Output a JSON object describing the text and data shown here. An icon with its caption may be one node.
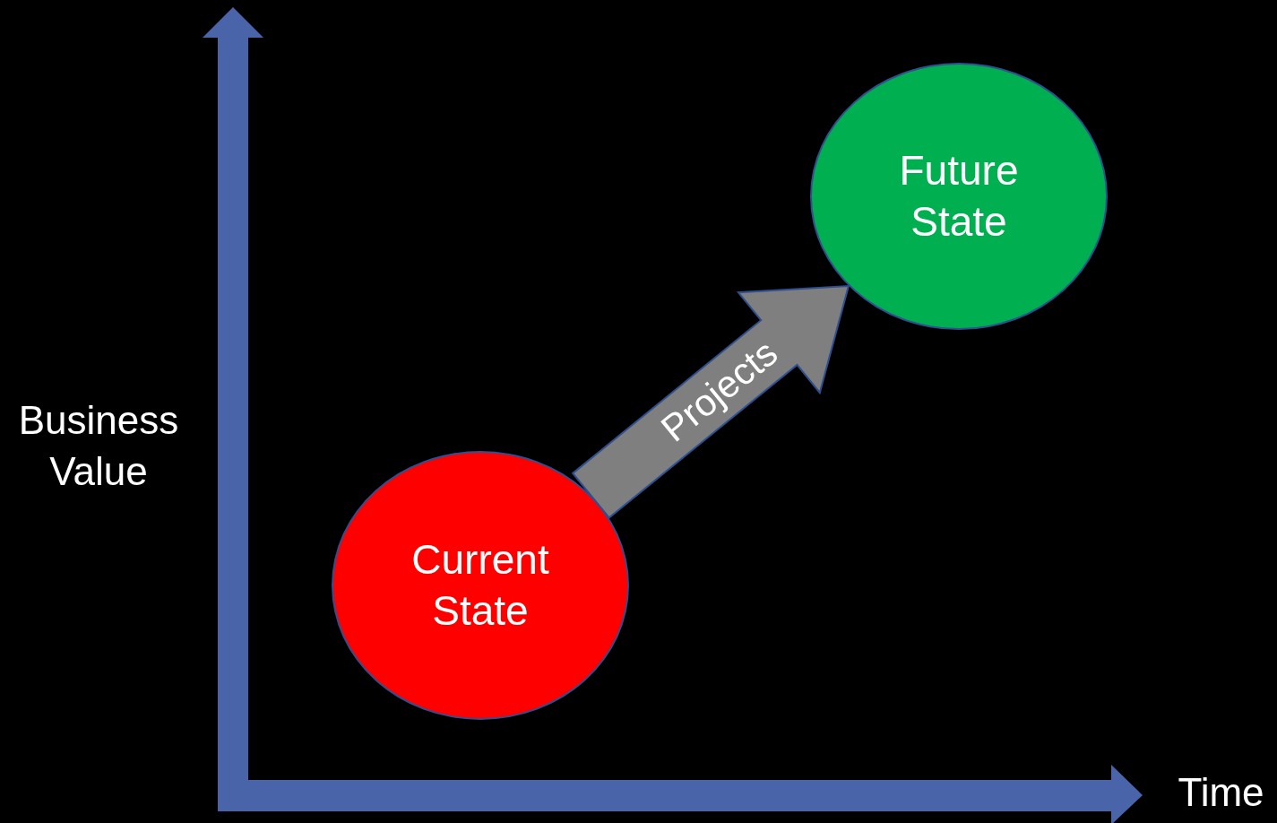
{
  "diagram": {
    "nodes": [
      {
        "text": [
          "Current State"
        ]
      },
      {
        "text": [
          "Future State"
        ]
      }
    ],
    "edges": [
      {
        "from": 0,
        "to": 1,
        "arrow": "to",
        "label": "Projects",
        "style": "thick"
      }
    ],
    "labels": [
      "Business Value",
      "Time"
    ]
  }
}
